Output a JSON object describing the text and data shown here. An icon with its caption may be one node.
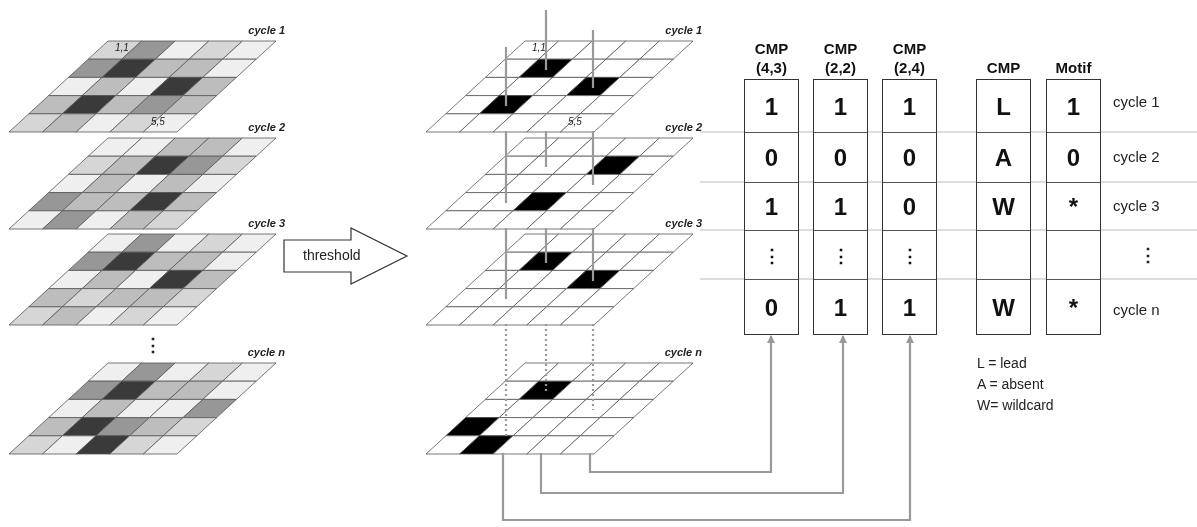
{
  "diagram": {
    "nodes": [
      {
        "text": [
          "cycle 1",
          "1,1",
          "5,5"
        ]
      },
      {
        "text": [
          "cycle 2"
        ]
      },
      {
        "text": [
          "cycle 3"
        ]
      },
      {
        "text": [
          "cycle n"
        ]
      },
      {
        "text": [
          "threshold"
        ]
      },
      {
        "text": [
          "cycle 1",
          "1,1",
          "5,5"
        ]
      },
      {
        "text": [
          "cycle 2"
        ]
      },
      {
        "text": [
          "cycle 3"
        ]
      },
      {
        "text": [
          "cycle n"
        ]
      },
      {
        "text": [
          "CMP (4,3)",
          "1",
          "0",
          "1",
          "⋮",
          "0"
        ]
      },
      {
        "text": [
          "CMP (2,2)",
          "1",
          "0",
          "1",
          "⋮",
          "1"
        ]
      },
      {
        "text": [
          "CMP (2,4)",
          "1",
          "0",
          "0",
          "⋮",
          "1"
        ]
      },
      {
        "text": [
          "CMP",
          "L",
          "A",
          "W",
          "W"
        ]
      },
      {
        "text": [
          "Motif",
          "1",
          "0",
          "*",
          "*"
        ]
      }
    ],
    "edges": [
      {
        "from": null,
        "to": 5,
        "arrow": "none"
      },
      {
        "from": null,
        "to": 5,
        "arrow": "none"
      },
      {
        "from": null,
        "to": 5,
        "arrow": "none"
      },
      {
        "from": 5,
        "to": 6,
        "arrow": "none"
      },
      {
        "from": 5,
        "to": 6,
        "arrow": "none"
      },
      {
        "from": 5,
        "to": 6,
        "arrow": "none"
      },
      {
        "from": 6,
        "to": 7,
        "arrow": "none"
      },
      {
        "from": 6,
        "to": 7,
        "arrow": "none"
      },
      {
        "from": 6,
        "to": 7,
        "arrow": "none"
      },
      {
        "from": 7,
        "to": 8,
        "arrow": "none",
        "style": "dashed"
      },
      {
        "from": 7,
        "to": 8,
        "arrow": "none",
        "style": "dashed"
      },
      {
        "from": 7,
        "to": 8,
        "arrow": "none",
        "style": "dashed"
      },
      {
        "from": 8,
        "to": 9,
        "arrow": "to"
      },
      {
        "from": 8,
        "to": 10,
        "arrow": "to"
      },
      {
        "from": 8,
        "to": 11,
        "arrow": "to"
      }
    ],
    "labels": [
      "cycle 1",
      "cycle 2",
      "cycle 3",
      "⋮",
      "cycle n",
      "⋮",
      "L = lead",
      "A = absent",
      "W= wildcard"
    ]
  }
}
